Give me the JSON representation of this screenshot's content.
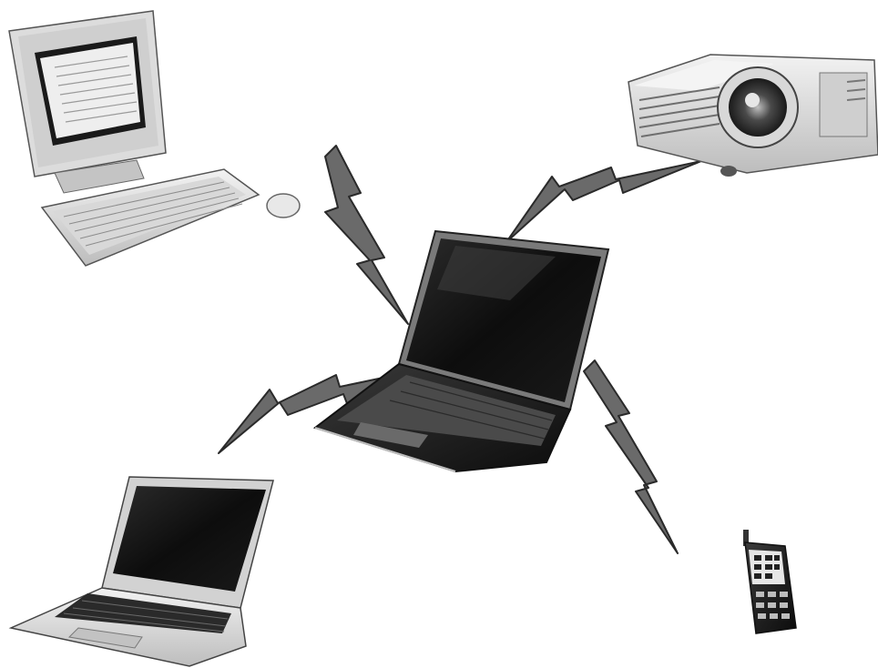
{
  "diagram": {
    "colors": {
      "background": "#ffffff",
      "bolt_fill": "#6a6a6a",
      "bolt_stroke": "#2a2a2a",
      "device_body": "#e2e2e2",
      "device_dark": "#1c1c1c",
      "screen": "#111111"
    },
    "hub": {
      "device": "laptop",
      "icon": "laptop-icon"
    },
    "peripherals": [
      {
        "device": "desktop-computer",
        "icon": "desktop-computer-icon"
      },
      {
        "device": "projector",
        "icon": "projector-icon"
      },
      {
        "device": "laptop",
        "icon": "laptop-icon"
      },
      {
        "device": "pda-phone",
        "icon": "pda-phone-icon"
      }
    ],
    "links": [
      {
        "from": "hub",
        "to": "desktop-computer",
        "type": "wireless"
      },
      {
        "from": "hub",
        "to": "projector",
        "type": "wireless"
      },
      {
        "from": "hub",
        "to": "laptop",
        "type": "wireless"
      },
      {
        "from": "hub",
        "to": "pda-phone",
        "type": "wireless"
      }
    ]
  }
}
